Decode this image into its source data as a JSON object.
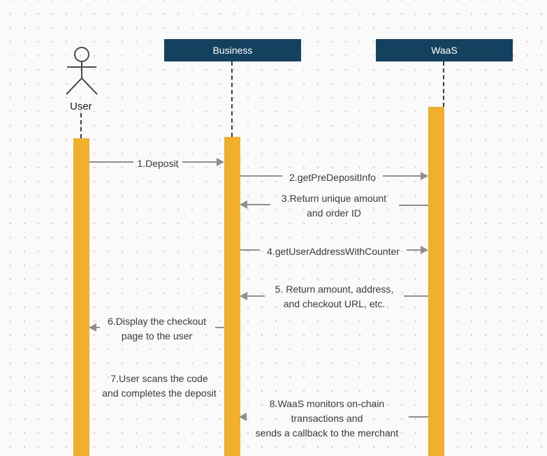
{
  "participants": {
    "user": "User",
    "business": "Business",
    "waas": "WaaS"
  },
  "messages": {
    "m1": "1.Deposit",
    "m2": "2.getPreDepositInfo",
    "m3_line1": "3.Return unique amount",
    "m3_line2": "and order ID",
    "m4": "4.getUserAddressWithCounter",
    "m5_line1": "5. Return amount, address,",
    "m5_line2": "and checkout URL, etc.",
    "m6_line1": "6.Display the checkout",
    "m6_line2": "page to the user",
    "m7_line1": "7.User scans the code",
    "m7_line2": "and completes the deposit",
    "m8_line1": "8.WaaS monitors on-chain",
    "m8_line2": "transactions and",
    "m8_line3": "sends a callback to the merchant"
  },
  "colors": {
    "header": "#14425e",
    "activation": "#f0b02c",
    "arrow": "#8f8f8f"
  }
}
